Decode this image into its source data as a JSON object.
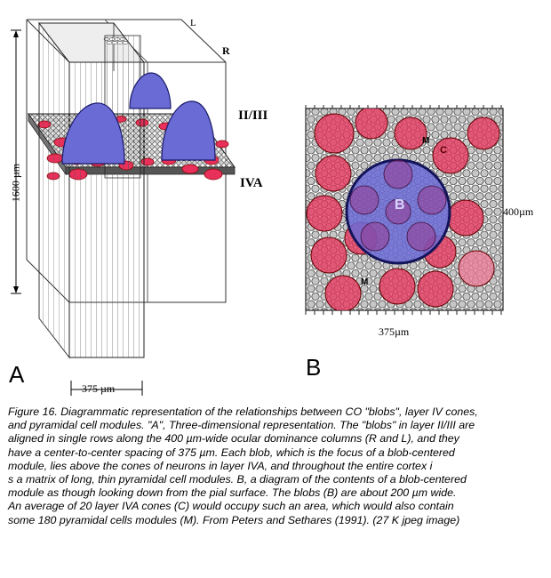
{
  "labels": {
    "L": "L",
    "R": "R",
    "layer_2_3": "II/III",
    "layer_4a": "IVA",
    "height": "1600 µm",
    "width_a": "375 µm",
    "panel_a": "A",
    "square_side": "400µm",
    "square_bottom": "375µm",
    "panel_b": "B",
    "blob": "B",
    "cone": "C",
    "module_1": "M",
    "module_2": "M"
  },
  "caption_lines": [
    "Figure 16. Diagrammatic representation of the relationships between CO \"blobs\", layer IV cones,",
    "and pyramidal cell modules. \"A\", Three-dimensional representation.  The \"blobs\" in layer II/III are",
    "aligned in single rows along the 400 µm-wide ocular dominance columns (R and L), and they",
    "have a center-to-center spacing of 375 µm. Each blob, which is the focus of a blob-centered",
    "module, lies above the cones of neurons in layer IVA, and throughout the entire cortex i",
    "s a matrix of long, thin pyramidal cell modules. B, a diagram of the contents of a blob-centered",
    "module as though looking down from the pial surface. The blobs (B) are about 200 µm wide.",
    " An average of 20 layer IVA cones (C) would occupy such an area, which would also contain",
    " some 180 pyramidal cells modules (M). From Peters and Sethares (1991). (27 K jpeg image)"
  ],
  "colors": {
    "blob": "#6b6bd6",
    "cone": "#e8305a",
    "module_fill": "#c8c8c8",
    "outline": "#222222"
  }
}
